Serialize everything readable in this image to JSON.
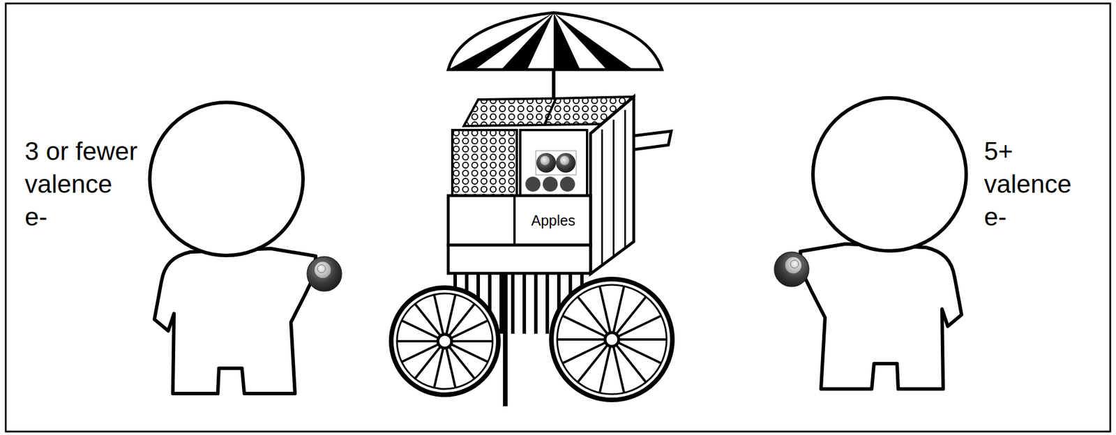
{
  "diagram": {
    "labels": [
      "3 or fewer valence e-",
      "Apples",
      "5+ valence e-"
    ]
  }
}
